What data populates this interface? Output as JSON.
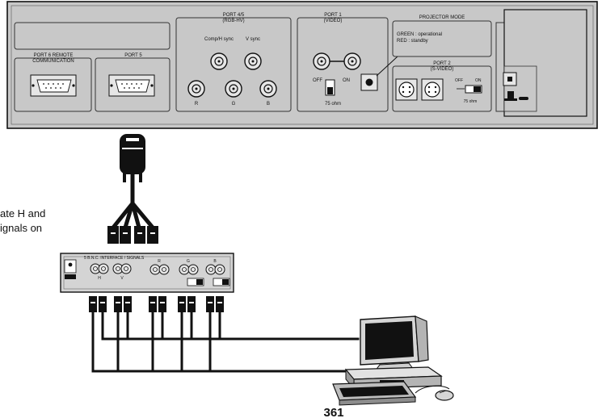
{
  "panel": {
    "port6": {
      "title": "PORT 6 REMOTE",
      "subtitle": "COMMUNICATION"
    },
    "port5": {
      "title": "PORT 5"
    },
    "port4": {
      "title": "PORT 4/5",
      "subtitle": "(RGB-HV)",
      "comp_sync": "Comp/H sync",
      "v_sync": "V sync",
      "r": "R",
      "g": "G",
      "b": "B"
    },
    "port1": {
      "title": "PORT 1",
      "subtitle": "(VIDEO)",
      "off": "OFF",
      "on": "ON",
      "ohm": "75 ohm"
    },
    "projector_mode": {
      "title": "PROJECTOR MODE",
      "green": "GREEN : operational",
      "red": "RED : standby"
    },
    "port2": {
      "title": "PORT 2",
      "subtitle": "(S-VIDEO)",
      "off": "OFF",
      "on": "ON",
      "ohm": "75 ohm"
    }
  },
  "interface_box": {
    "title": "5 B.N.C. INTERFACE / SIGNALS",
    "label_h": "H",
    "label_v": "V",
    "label_r": "R",
    "label_g": "G",
    "label_b": "B"
  },
  "caption": {
    "line1": "ate H and",
    "line2": "ignals on"
  },
  "page_number": "361"
}
